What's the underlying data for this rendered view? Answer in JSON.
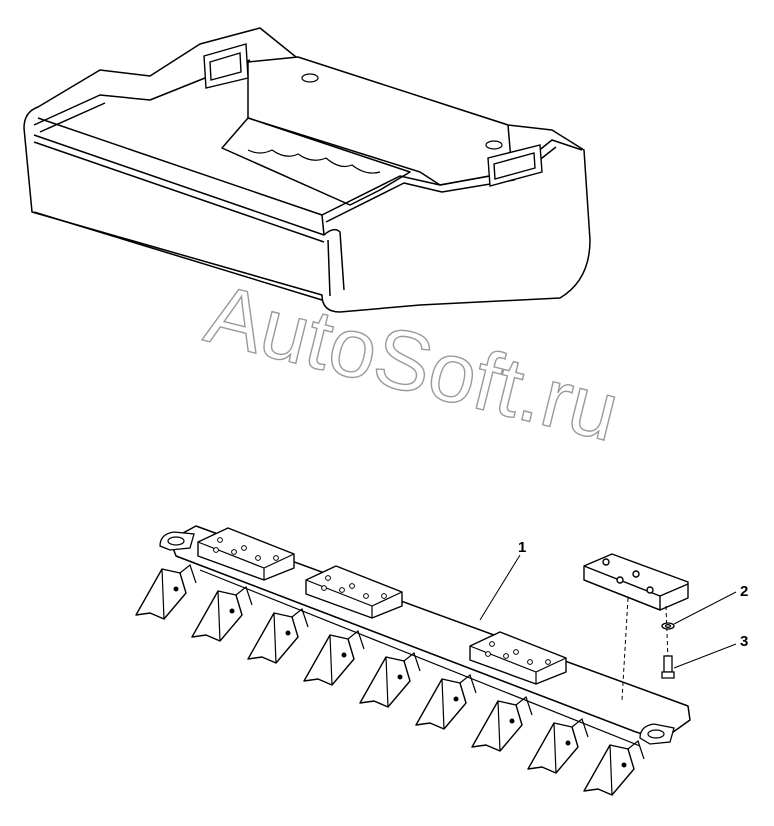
{
  "watermark": "AutoSoft.ru",
  "callouts": [
    {
      "label": "1"
    },
    {
      "label": "2"
    },
    {
      "label": "3"
    }
  ],
  "colors": {
    "line": "#000000",
    "background": "#ffffff",
    "watermark": "#9a9a9a"
  },
  "bar_teeth": 9,
  "bar_pads": 3
}
